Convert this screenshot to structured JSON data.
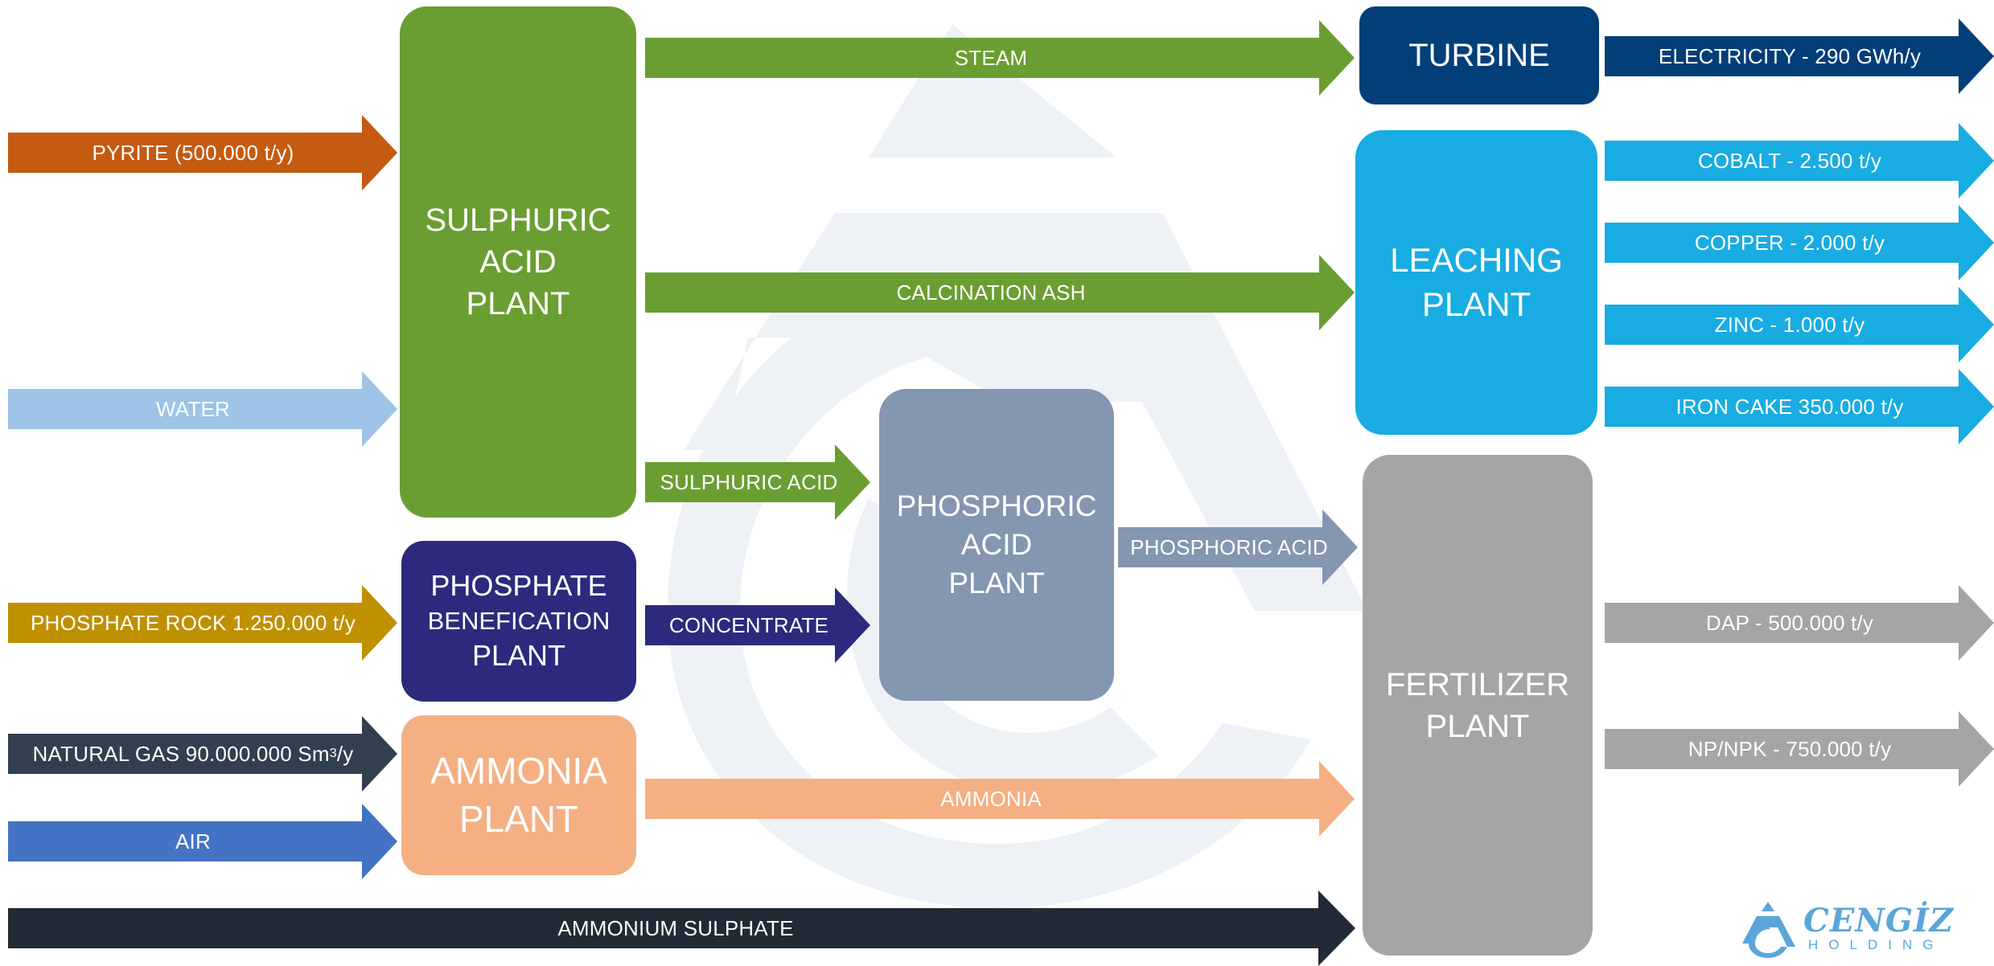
{
  "colors": {
    "pyrite": "#c55a11",
    "water": "#9dc3e6",
    "phosphate_rock": "#bf9000",
    "natural_gas": "#323f4f",
    "air": "#4472c4",
    "ammonium_sulphate": "#222a35",
    "green": "#6a9e32",
    "leaching": "#18ace2",
    "turbine": "#023f78",
    "phosphate_plant": "#2c2a7c",
    "phosphoric": "#8496b0",
    "ammonia": "#f4b083",
    "fertilizer": "#a5a5a5",
    "watermark": "#eef1f5"
  },
  "inputs": {
    "pyrite": "PYRITE (500.000 t/y)",
    "water": "WATER",
    "phosphate_rock": "PHOSPHATE ROCK  1.250.000 t/y",
    "natural_gas": "NATURAL GAS 90.000.000 Sm",
    "natural_gas_sup": "3",
    "natural_gas_unit": "/y",
    "air": "AIR",
    "ammonium_sulphate": "AMMONIUM SULPHATE"
  },
  "plants": {
    "sulphuric": [
      "SULPHURIC",
      "ACID",
      "PLANT"
    ],
    "phosphate": [
      "PHOSPHATE",
      "BENEFICATION",
      "PLANT"
    ],
    "ammonia": [
      "AMMONIA",
      "PLANT"
    ],
    "phosphoric": [
      "PHOSPHORIC",
      "ACID",
      "PLANT"
    ],
    "turbine": [
      "TURBINE"
    ],
    "leaching": [
      "LEACHING",
      "PLANT"
    ],
    "fertilizer": [
      "FERTILIZER",
      "PLANT"
    ]
  },
  "flows": {
    "steam": "STEAM",
    "calcination_ash": "CALCINATION ASH",
    "sulphuric_acid": "SULPHURIC ACID",
    "concentrate": "CONCENTRATE",
    "phosphoric_acid": "PHOSPHORIC ACID",
    "ammonia": "AMMONIA"
  },
  "outputs": {
    "electricity": "ELECTRICITY - 290 GWh/y",
    "cobalt": "COBALT - 2.500 t/y",
    "copper": "COPPER - 2.000 t/y",
    "zinc": "ZINC - 1.000 t/y",
    "iron_cake": "IRON CAKE 350.000 t/y",
    "dap": "DAP - 500.000 t/y",
    "npk": "NP/NPK - 750.000 t/y"
  },
  "logo": {
    "name": "CENGİZ",
    "sub": "HOLDING"
  }
}
